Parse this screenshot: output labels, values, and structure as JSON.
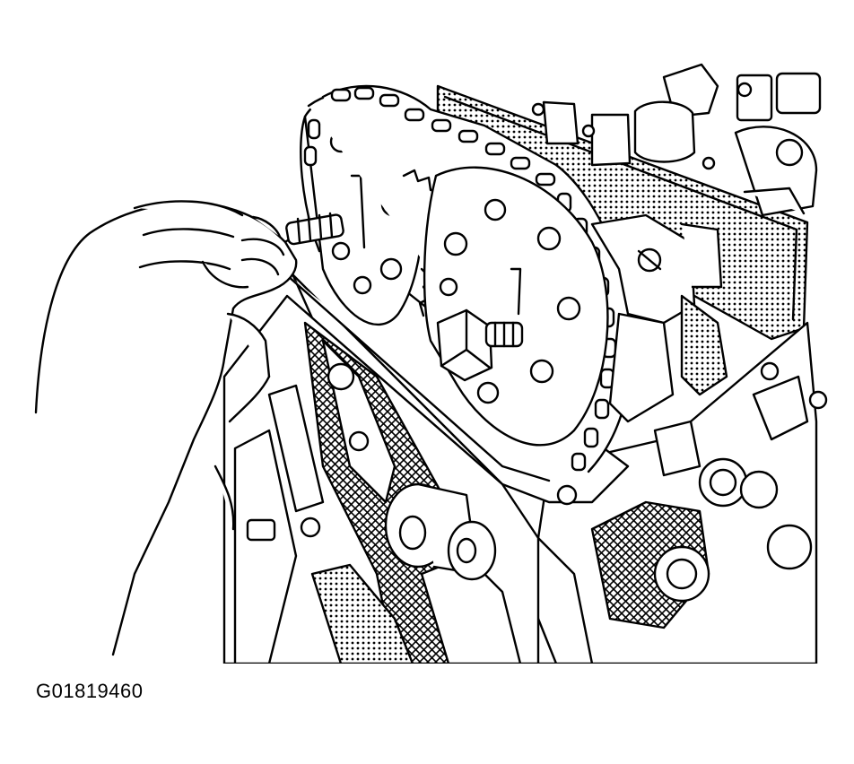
{
  "figure": {
    "code": "G01819460"
  },
  "colors": {
    "ink": "#000000",
    "paper": "#ffffff",
    "stipple": "#9a9a9a"
  },
  "parts": [
    {
      "id": "hand",
      "icon": "hand-icon"
    },
    {
      "id": "camshaft-sprocket-intake",
      "icon": "sprocket-icon"
    },
    {
      "id": "camshaft-sprocket-exhaust",
      "icon": "sprocket-icon"
    },
    {
      "id": "timing-chain",
      "icon": "chain-icon"
    },
    {
      "id": "sprocket-bolt",
      "icon": "bolt-icon"
    },
    {
      "id": "valve-cover-gasket",
      "icon": "gasket-icon"
    },
    {
      "id": "cylinder-head",
      "icon": "engine-block-icon"
    },
    {
      "id": "tensioner-pulleys",
      "icon": "pulley-icon"
    }
  ]
}
